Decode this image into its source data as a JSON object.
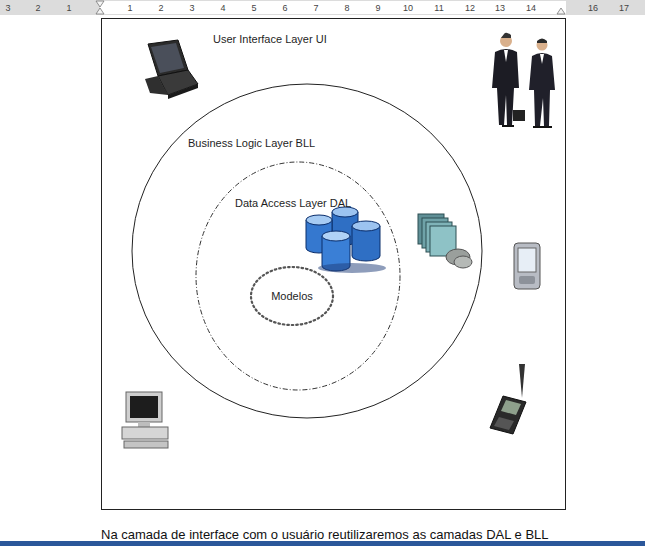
{
  "diagram": {
    "caption": "Na camada de interface com o usuário reutilizaremos as camadas DAL e BLL",
    "nodes": [
      {
        "text": [
          "User Interface Layer UI"
        ]
      },
      {
        "text": [
          "Business Logic Layer BLL"
        ],
        "in": 0
      },
      {
        "text": [
          "Data Access Layer DAL"
        ],
        "in": 1
      },
      {
        "text": [
          "Modelos"
        ],
        "in": 2
      }
    ],
    "labels": [
      "3",
      "2",
      "1",
      "1",
      "2",
      "3",
      "4",
      "5",
      "6",
      "7",
      "8",
      "9",
      "10",
      "11",
      "12",
      "13",
      "14",
      "16",
      "17"
    ]
  }
}
